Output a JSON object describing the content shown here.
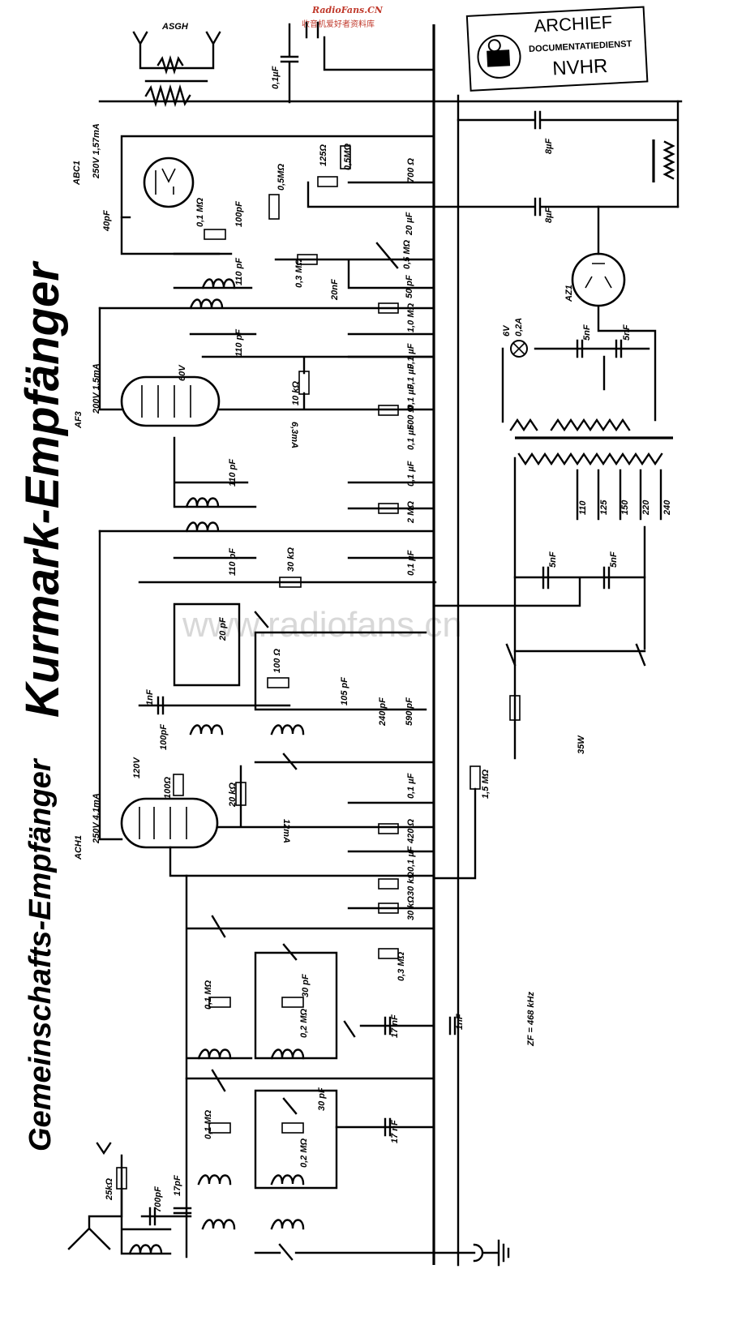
{
  "site": {
    "brand": "RadioFans.CN",
    "slogan": "收音机爱好者资料库",
    "watermark": "www.radiofans.cn"
  },
  "stamp": {
    "line1": "ARCHIEF",
    "line2": "DOCUMENTATIEDIENST",
    "line3": "NVHR"
  },
  "title": {
    "main": "Kurmark-Empfänger",
    "sub": "Gemeinschafts-Empfänger"
  },
  "tubes": {
    "abc1": {
      "name": "ABC1",
      "supply": "250V 1,57mA"
    },
    "af3": {
      "name": "AF3",
      "supply": "200V 1,5mA",
      "screen": "60V",
      "current": "6,3mA"
    },
    "ach1": {
      "name": "ACH1",
      "supply": "250V 4,1mA",
      "osc": "120V",
      "current": "12mA"
    },
    "az1": {
      "name": "AZ1"
    }
  },
  "labels": {
    "antenna_top": "ASGH",
    "if_freq": "ZF = 468 kHz",
    "fuse": "35W",
    "lamp_v": "6V",
    "lamp_a": "0,2A",
    "mains": [
      "110",
      "125",
      "150",
      "220",
      "240"
    ]
  },
  "components": {
    "c_0_1uF_top": "0,1µF",
    "c_40pF": "40pF",
    "r_0_1MO_abc": "0,1 MΩ",
    "c_100pF": "100pF",
    "r_0_5MO": "0,5MΩ",
    "r_125O": "125Ω",
    "r_0_5MO_b": "0,5MΩ",
    "r_700O": "700 Ω",
    "c_20uF": "20 µF",
    "c_8uF_a": "8µF",
    "c_8uF_b": "8µF",
    "c_110pF_a": "110 pF",
    "r_0_3MO": "0,3 MΩ",
    "c_20nF": "20nF",
    "r_0_5MO_pot": "0,5 MΩ",
    "c_50pF": "50 pF",
    "c_110pF_b": "110 pF",
    "r_1MO": "1,0 MΩ",
    "c_0_1uF_a": "0,1 µF",
    "c_0_1uF_b": "0,1 µF",
    "r_10kO": "10 kΩ",
    "c_0_1uF_c": "0,1 µF",
    "r_600O": "600 Ω",
    "c_0_1uF_d": "0,1 µF",
    "c_110pF_c": "110 pF",
    "c_0_1uF_e": "0,1 µF",
    "r_2MO": "2 MΩ",
    "c_110pF_d": "110 pF",
    "c_0_1uF_f": "0,1 µF",
    "r_30kO": "30 kΩ",
    "c_5nF_a": "5nF",
    "c_5nF_b": "5nF",
    "c_5nF_c": "5nF",
    "c_5nF_d": "5nF",
    "c_20pF": "20 pF",
    "r_100O": "100 Ω",
    "c_105pF": "105 pF",
    "c_1nF": "1nF",
    "c_240pF": "240 pF",
    "c_590pF": "590 pF",
    "c_100pF_b": "100pF",
    "r_100O_b": "100Ω",
    "r_20kO": "20 kΩ",
    "c_0_1uF_g": "0,1 µF",
    "r_1_5MO": "1,5 MΩ",
    "r_420O": "420 Ω",
    "c_0_1uF_h": "0,1 µF",
    "r_30kO_b": "30 kΩ",
    "r_30kO_c": "30 kΩ",
    "r_0_3MO_b": "0,3 MΩ",
    "r_0_1MO_b": "0,1 MΩ",
    "c_30pF_a": "30 pF",
    "r_0_2MO_a": "0,2 MΩ",
    "c_17nF_a": "17 nF",
    "c_1nF_b": "1nF",
    "r_0_1MO_c": "0,1 MΩ",
    "c_30pF_b": "30 pF",
    "r_0_2MO_b": "0,2 MΩ",
    "c_17nF_b": "17 nF",
    "r_25kO": "25kΩ",
    "c_700pF": "700pF",
    "c_17pF": "17pF"
  }
}
